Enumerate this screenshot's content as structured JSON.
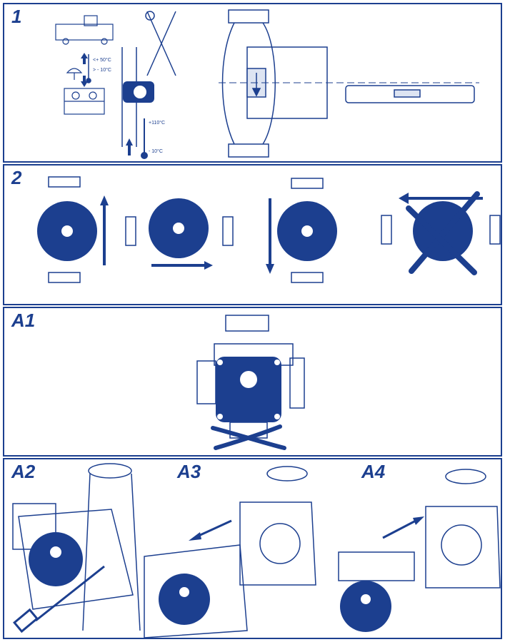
{
  "colors": {
    "accent": "#1c3f8f",
    "line": "#2a4a9a",
    "paper": "#ffffff"
  },
  "panels": [
    {
      "label": "1"
    },
    {
      "label": "2"
    },
    {
      "label": "A1"
    },
    {
      "label": "A2"
    },
    {
      "label": "A3"
    },
    {
      "label": "A4"
    }
  ],
  "temperatures": {
    "ambient_max": "<+ 50°C",
    "ambient_min": "> - 10°C",
    "medium_max": "+110°C",
    "medium_min": "- 10°C"
  }
}
